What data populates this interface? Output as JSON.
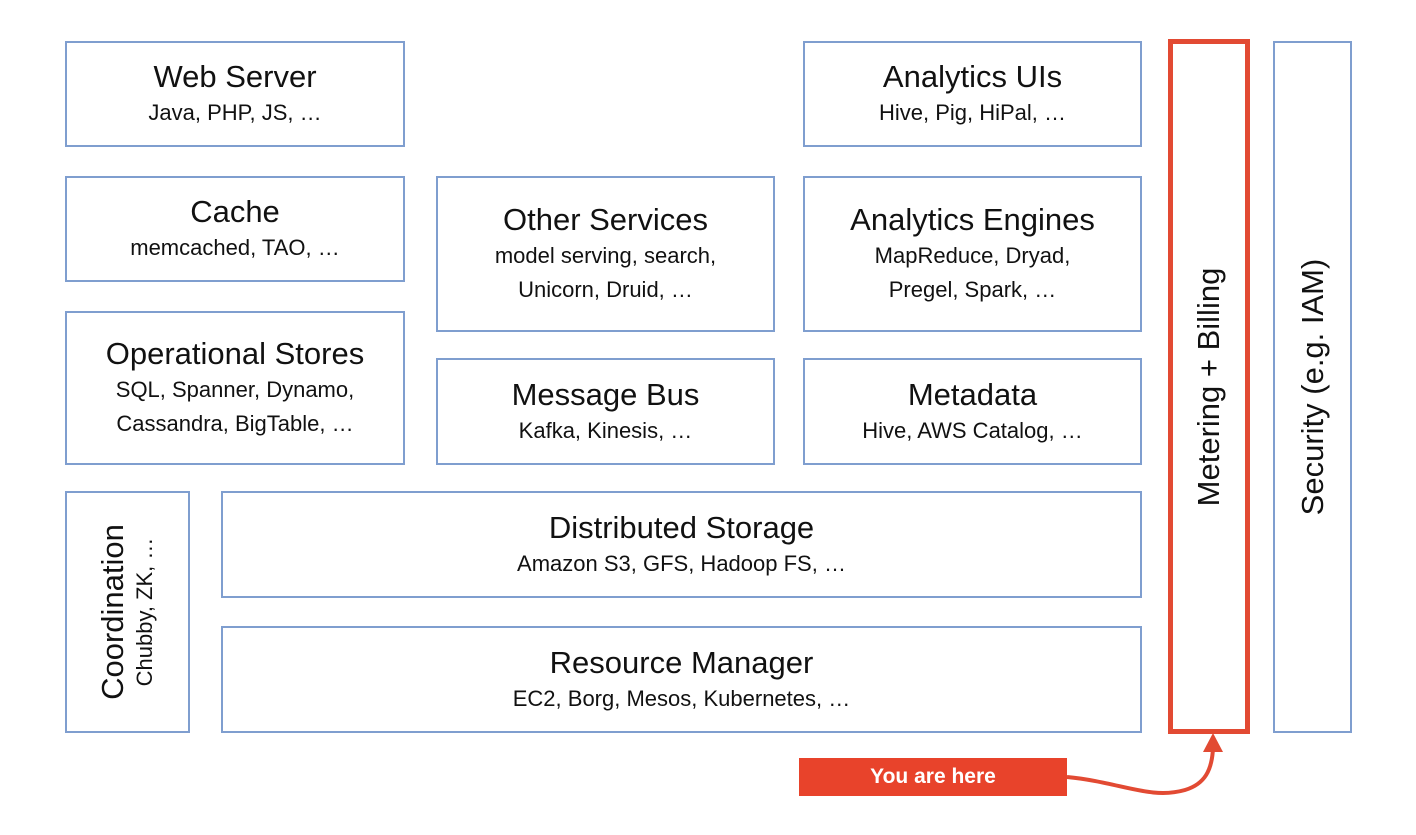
{
  "boxes": {
    "web_server": {
      "title": "Web Server",
      "sub": "Java, PHP, JS, …"
    },
    "cache": {
      "title": "Cache",
      "sub": "memcached, TAO, …"
    },
    "operational_stores": {
      "title": "Operational Stores",
      "sub1": "SQL, Spanner, Dynamo,",
      "sub2": "Cassandra, BigTable, …"
    },
    "other_services": {
      "title": "Other Services",
      "sub1": "model serving, search,",
      "sub2": "Unicorn, Druid, …"
    },
    "message_bus": {
      "title": "Message Bus",
      "sub": "Kafka, Kinesis, …"
    },
    "analytics_uis": {
      "title": "Analytics UIs",
      "sub": "Hive, Pig, HiPal, …"
    },
    "analytics_engines": {
      "title": "Analytics Engines",
      "sub1": "MapReduce, Dryad,",
      "sub2": "Pregel, Spark, …"
    },
    "metadata": {
      "title": "Metadata",
      "sub": "Hive, AWS Catalog, …"
    },
    "distributed_storage": {
      "title": "Distributed Storage",
      "sub": "Amazon S3, GFS, Hadoop FS, …"
    },
    "resource_manager": {
      "title": "Resource Manager",
      "sub": "EC2, Borg, Mesos, Kubernetes, …"
    },
    "coordination": {
      "title": "Coordination",
      "sub": "Chubby, ZK, …"
    },
    "metering": {
      "title": "Metering + Billing"
    },
    "security": {
      "title": "Security (e.g. IAM)"
    }
  },
  "callout": {
    "label": "You are here"
  },
  "colors": {
    "box_border": "#7f9ecf",
    "highlight": "#e24a33",
    "callout_bg": "#e8432b"
  }
}
